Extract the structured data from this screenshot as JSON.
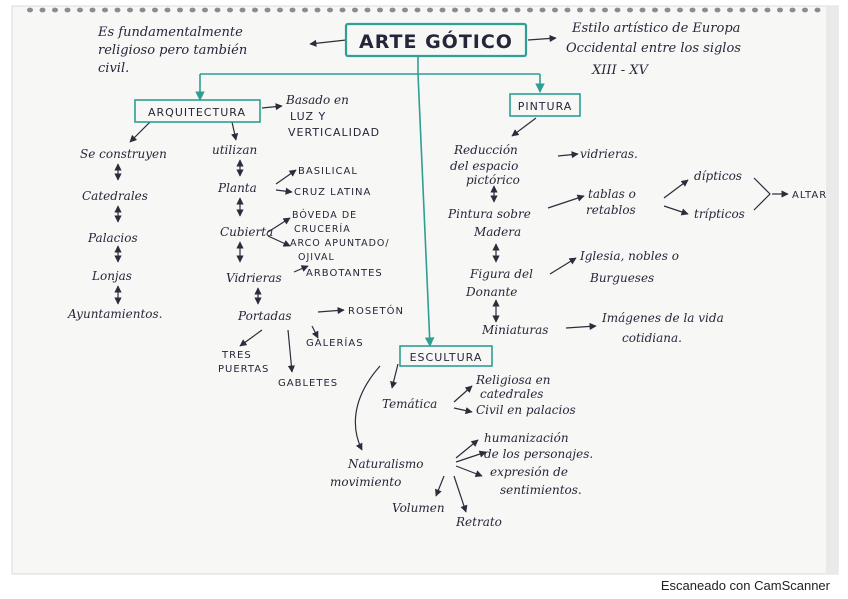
{
  "title": "ARTE GÓTICO",
  "intro": [
    "Es fundamentalmente",
    "religioso pero también",
    "civil."
  ],
  "style_desc": [
    "Estilo artístico de Europa",
    "Occidental entre los siglos",
    "XIII - XV"
  ],
  "arquitectura": {
    "label": "ARQUITECTURA",
    "basado": [
      "Basado en",
      "LUZ Y",
      "VERTICALIDAD"
    ],
    "left": [
      "Se construyen",
      "Catedrales",
      "Palacios",
      "Lonjas",
      "Ayuntamientos."
    ],
    "middle": [
      "utilizan",
      "Planta",
      "Cubierta",
      "Vidrieras",
      "Portadas"
    ],
    "planta": [
      "BASILICAL",
      "CRUZ LATINA"
    ],
    "cubierta": [
      "BÓVEDA DE",
      "CRUCERÍA",
      "ARCO APUNTADO/",
      "OJIVAL",
      "ARBOTANTES"
    ],
    "portadas": [
      "ROSETÓN",
      "GALERÍAS",
      "TRES",
      "PUERTAS",
      "GABLETES"
    ]
  },
  "pintura": {
    "label": "PINTURA",
    "chain": [
      "Reducción",
      "del espacio",
      "pictórico",
      "Pintura sobre",
      "Madera",
      "Figura del",
      "Donante",
      "Miniaturas"
    ],
    "vidrieras": "vidrieras.",
    "tablas": [
      "tablas o",
      "retablos"
    ],
    "dipticos": "dípticos",
    "tripticos": "trípticos",
    "altar": "ALTAR",
    "iglesia": [
      "Iglesia, nobles o",
      "Burgueses"
    ],
    "imagenes": [
      "Imágenes de la vida",
      "cotidiana."
    ]
  },
  "escultura": {
    "label": "ESCULTURA",
    "tematica": "Temática",
    "tematica_items": [
      "Religiosa en",
      "catedrales",
      "Civil en palacios"
    ],
    "naturalismo": [
      "Naturalismo",
      "movimiento"
    ],
    "items": [
      "humanización",
      "de los personajes.",
      "expresión de",
      "sentimientos.",
      "Volumen",
      "Retrato"
    ]
  },
  "watermark": "Escaneado con CamScanner",
  "colors": {
    "accent_teal": "#2f9e93",
    "ink": "#26263a",
    "paper": "#f7f8f6"
  }
}
